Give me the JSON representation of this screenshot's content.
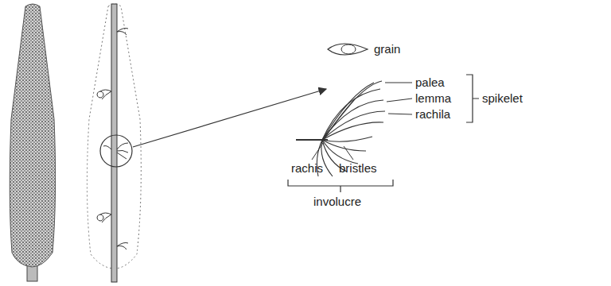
{
  "diagram": {
    "labels": [
      "grain",
      "palea",
      "lemma",
      "rachila",
      "spikelet",
      "rachis",
      "bristles",
      "involucre"
    ]
  }
}
